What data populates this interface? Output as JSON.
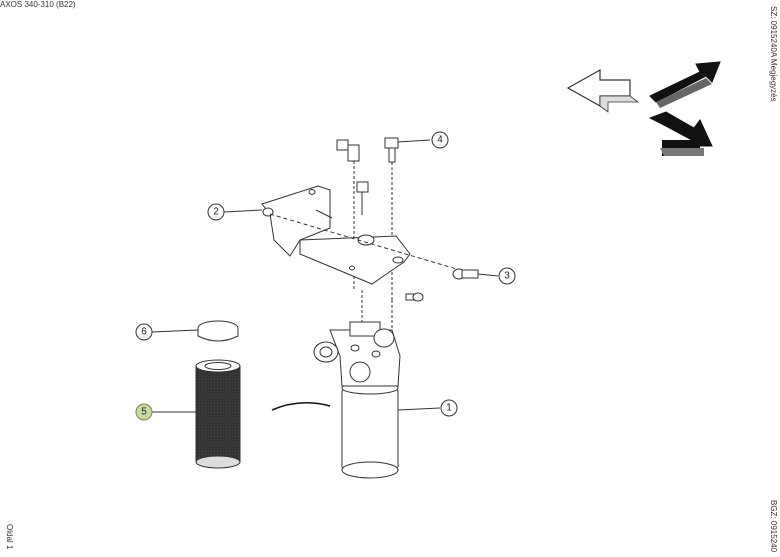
{
  "margin": {
    "doc_ref": "AXOS 340-310 (B22)",
    "page": "Oldal 1",
    "sz_ref": "SZ: 0915240A  Megjegyzés",
    "bgz_ref": "BGZ: 0915240"
  },
  "nav_arrows": [
    {
      "icon": "outline-arrow-left-icon"
    },
    {
      "icon": "solid-arrow-up-right-icon"
    },
    {
      "icon": "solid-arrow-down-right-icon"
    }
  ],
  "callouts": [
    {
      "id": "1",
      "label": "1"
    },
    {
      "id": "2",
      "label": "2"
    },
    {
      "id": "3",
      "label": "3"
    },
    {
      "id": "4",
      "label": "4"
    },
    {
      "id": "5",
      "label": "5",
      "highlight": "#c9d9a6"
    },
    {
      "id": "6",
      "label": "6"
    }
  ]
}
